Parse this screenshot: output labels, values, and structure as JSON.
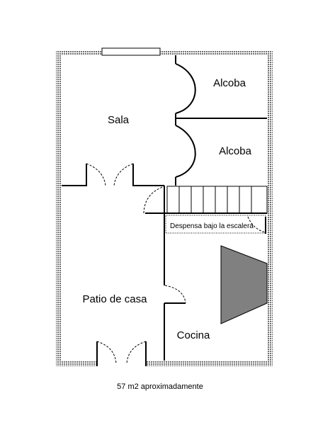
{
  "rooms": {
    "living": "Sala",
    "bedroom_1": "Alcoba",
    "bedroom_2": "Alcoba",
    "patio": "Patio de casa",
    "pantry": "Despensa bajo la escalera",
    "kitchen": "Cocina"
  },
  "area_note": "57 m2 aproximadamente",
  "colors": {
    "wall": "#7f7f7f",
    "line": "#000000",
    "counter": "#808080",
    "background": "#ffffff"
  }
}
